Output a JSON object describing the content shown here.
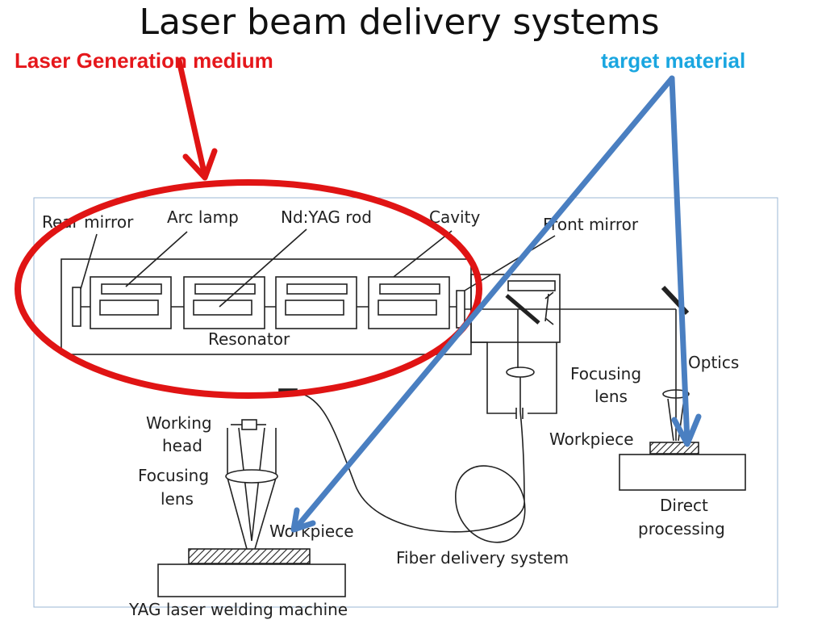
{
  "slide": {
    "title": "Laser beam delivery systems"
  },
  "annotations": {
    "left_label": "Laser Generation medium",
    "right_label": "target material",
    "left_color": "#e5171b",
    "right_color": "#1aa6e0",
    "ellipse_color": "#e01414",
    "arrow_blue_color": "#4a7fc1"
  },
  "diagram": {
    "labels": {
      "rear_mirror": "Rear mirror",
      "arc_lamp": "Arc lamp",
      "ndyag_rod": "Nd:YAG rod",
      "cavity": "Cavity",
      "front_mirror": "Front mirror",
      "resonator": "Resonator",
      "optics": "Optics",
      "focusing_lens_right_1": "Focusing",
      "focusing_lens_right_2": "lens",
      "workpiece_right": "Workpiece",
      "direct_processing_1": "Direct",
      "direct_processing_2": "processing",
      "working_head_1": "Working",
      "working_head_2": "head",
      "focusing_lens_left_1": "Focusing",
      "focusing_lens_left_2": "lens",
      "workpiece_left": "Workpiece",
      "fiber_delivery": "Fiber delivery system",
      "bottom_caption": "YAG laser welding machine"
    }
  }
}
